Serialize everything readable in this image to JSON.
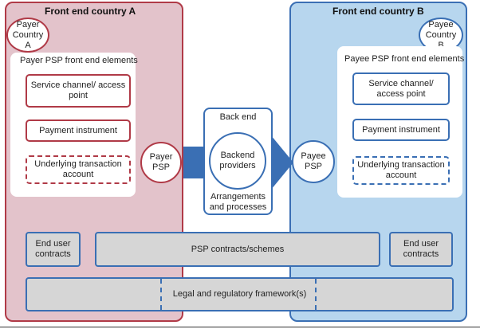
{
  "country_a": {
    "title": "Front end country A",
    "payer_country": "Payer Country A",
    "panel_title": "Payer PSP front end elements",
    "elements": [
      "Service channel/ access point",
      "Payment instrument",
      "Underlying transaction account"
    ],
    "psp_label": "Payer PSP"
  },
  "country_b": {
    "title": "Front end country B",
    "payee_country": "Payee Country B",
    "panel_title": "Payee PSP front end elements",
    "elements": [
      "Service channel/ access point",
      "Payment instrument",
      "Underlying transaction account"
    ],
    "psp_label": "Payee PSP"
  },
  "backend": {
    "title": "Back end",
    "providers": "Backend providers",
    "arrangements": "Arrangements and processes"
  },
  "bottom": {
    "end_user_contracts_left": "End user contracts",
    "psp_contracts": "PSP contracts/schemes",
    "end_user_contracts_right": "End user contracts",
    "legal_framework": "Legal and regulatory framework(s)"
  },
  "colors": {
    "country_a_fill": "#e3c3cb",
    "country_a_border": "#b03a47",
    "country_b_fill": "#b7d6ee",
    "country_b_border": "#3a6fb4",
    "arrow": "#3a6fb4",
    "framework_fill": "#d6d6d6"
  }
}
